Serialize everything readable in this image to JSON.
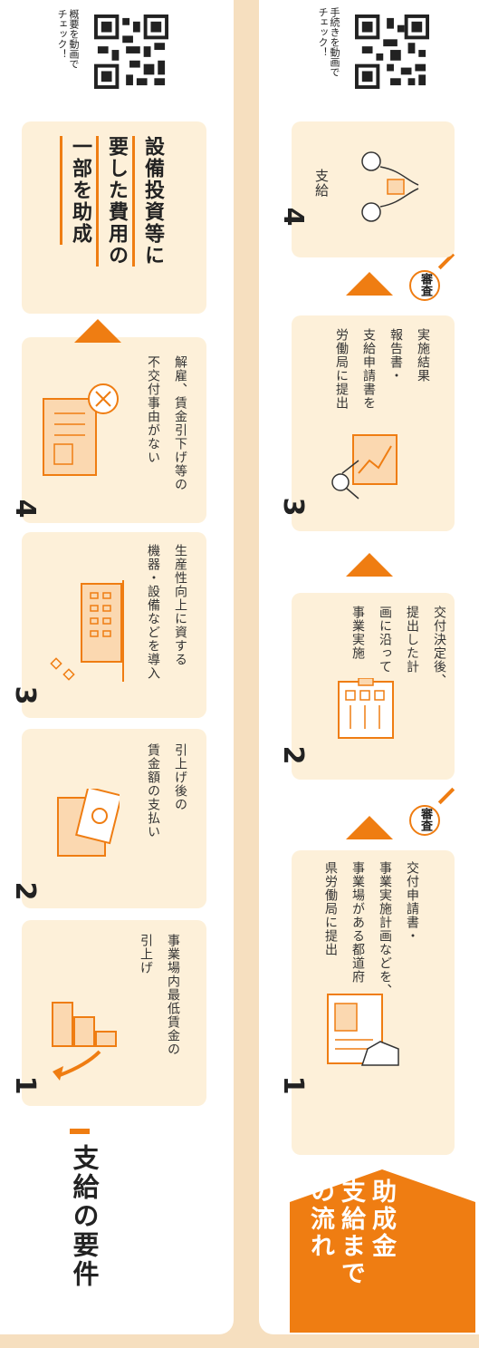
{
  "left_panel": {
    "title": "支給の要件",
    "qr_caption": "概要を動画で\nチェック！",
    "steps": [
      {
        "num": "1",
        "lines": [
          "事業場内最低賃金の",
          "引上げ"
        ]
      },
      {
        "num": "2",
        "lines": [
          "引上げ後の",
          "賃金額の支払い"
        ]
      },
      {
        "num": "3",
        "lines": [
          "生産性向上に資する",
          "機器・設備などを導入"
        ]
      },
      {
        "num": "4",
        "lines": [
          "解雇、賃金引下げ等の",
          "不交付事由がない"
        ]
      }
    ],
    "outcome": [
      "設備投資等に",
      "要した費用の",
      "一部を助成"
    ]
  },
  "right_panel": {
    "title_lines": [
      "助成金",
      "支給まで",
      "の流れ"
    ],
    "qr_caption": "手続きを動画で\nチェック！",
    "stamp_label": "審査",
    "steps": [
      {
        "num": "1",
        "lines": [
          "交付申請書・",
          "事業実施計画などを、",
          "事業場がある都道府",
          "県労働局に提出"
        ]
      },
      {
        "num": "2",
        "lines": [
          "交付決定後、",
          "提出した計",
          "画に沿って",
          "事業実施"
        ]
      },
      {
        "num": "3",
        "lines": [
          "実施結果",
          "報告書・",
          "支給申請書を",
          "労働局に提出"
        ]
      },
      {
        "num": "4",
        "lines": [
          "支給"
        ]
      }
    ]
  },
  "colors": {
    "accent": "#ef7d12",
    "card": "#fdf0d9",
    "background": "#f6dfbf"
  },
  "icons": [
    "bar-chart-arrow-icon",
    "money-envelope-icon",
    "factory-building-icon",
    "document-cross-icon",
    "application-form-icon",
    "checklist-clipboard-icon",
    "report-presentation-icon",
    "handshake-icon",
    "qr-code-icon",
    "magnifier-stamp-icon"
  ]
}
